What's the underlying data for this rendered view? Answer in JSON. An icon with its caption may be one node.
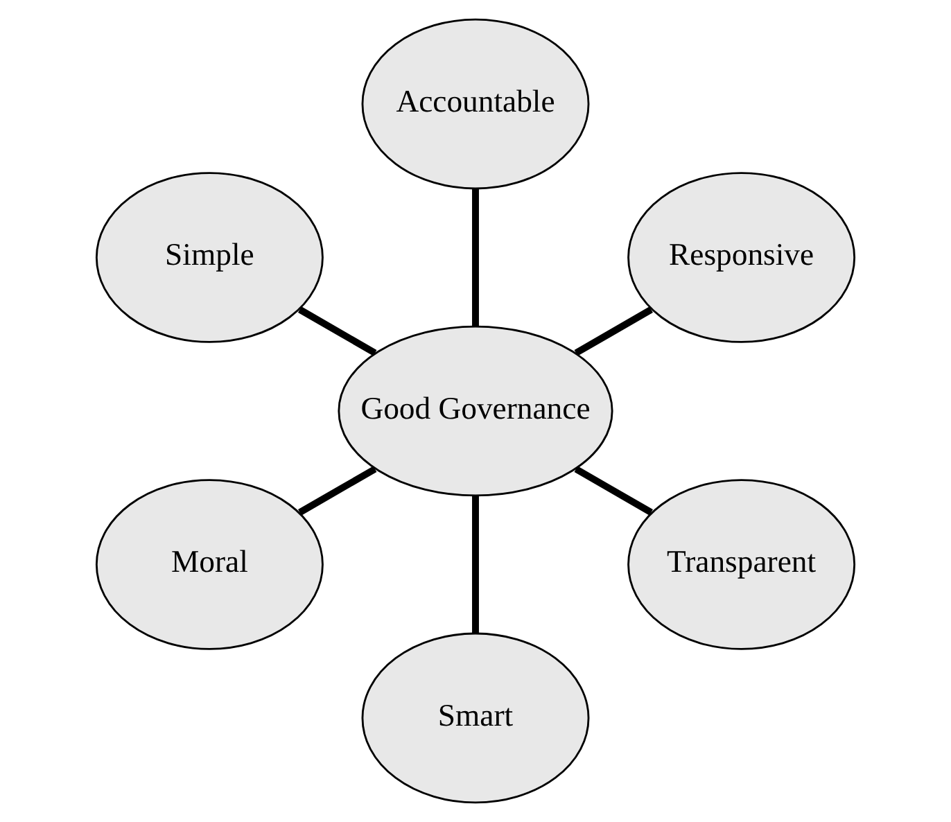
{
  "diagram": {
    "nodes": [
      {
        "text": [
          "Good Governance"
        ]
      },
      {
        "text": [
          "Responsive"
        ]
      },
      {
        "text": [
          "Accountable"
        ]
      },
      {
        "text": [
          "Simple"
        ]
      },
      {
        "text": [
          "Moral"
        ]
      },
      {
        "text": [
          "Smart"
        ]
      },
      {
        "text": [
          "Transparent"
        ]
      }
    ],
    "edges": [
      {
        "from": 0,
        "to": 1,
        "arrow": "none"
      },
      {
        "from": 0,
        "to": 2,
        "arrow": "none"
      },
      {
        "from": 0,
        "to": 3,
        "arrow": "none"
      },
      {
        "from": 0,
        "to": 4,
        "arrow": "none"
      },
      {
        "from": 0,
        "to": 5,
        "arrow": "none"
      },
      {
        "from": 0,
        "to": 6,
        "arrow": "none"
      }
    ]
  }
}
